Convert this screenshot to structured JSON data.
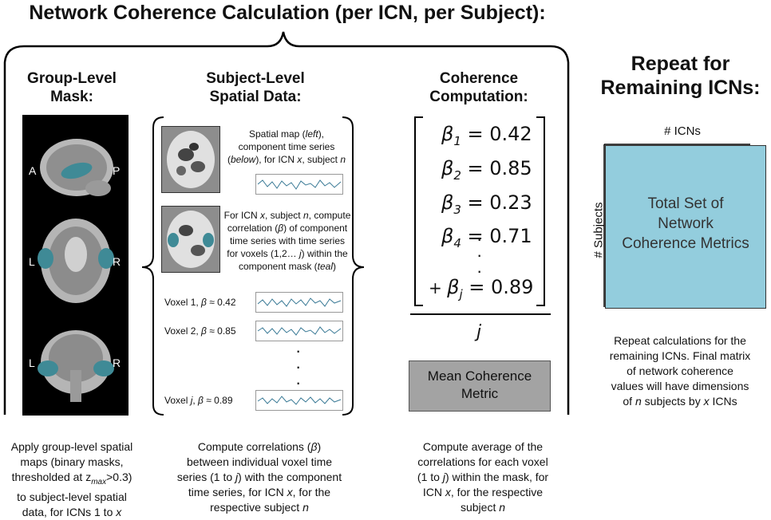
{
  "title": "Network Coherence Calculation (per ICN, per Subject):",
  "columns": {
    "mask": {
      "title_line1": "Group-Level",
      "title_line2": "Mask:",
      "labels": {
        "a": "A",
        "p": "P",
        "l1": "L",
        "r1": "R",
        "l2": "L",
        "r2": "R"
      },
      "caption_lines": [
        "Apply group-level spatial",
        "maps (binary masks,",
        "thresholded at z",
        "max",
        ">0.3)",
        "to subject-level spatial",
        "data, for ICNs 1 to ",
        "x"
      ]
    },
    "spatial": {
      "title_line1": "Subject-Level",
      "title_line2": "Spatial Data:",
      "desc1": {
        "l1a": "Spatial map (",
        "l1b": "left",
        "l1c": "),",
        "l2": "component time series",
        "l3a": "(",
        "l3b": "below",
        "l3c": "), for ICN ",
        "l3d": "x",
        "l3e": ", subject ",
        "l3f": "n"
      },
      "desc2": {
        "l1a": "For ICN ",
        "l1b": "x",
        "l1c": ", subject ",
        "l1d": "n",
        "l1e": ", compute",
        "l2a": "correlation (",
        "l2b": "β",
        "l2c": ") of component",
        "l3": "time series with time series",
        "l4a": "for voxels (1,2… ",
        "l4b": "j",
        "l4c": ") within the",
        "l5a": "component mask (",
        "l5b": "teal",
        "l5c": ")"
      },
      "voxels": [
        {
          "prefix": "Voxel 1, ",
          "beta": "β",
          "value": " ≈ 0.42"
        },
        {
          "prefix": "Voxel 2, ",
          "beta": "β",
          "value": " ≈ 0.85"
        },
        {
          "prefix": "Voxel ",
          "j": "j",
          "mid": ", ",
          "beta": "β",
          "value": " ≈ 0.89"
        }
      ],
      "caption": {
        "l1a": "Compute correlations (",
        "l1b": "β",
        "l1c": ")",
        "l2": "between individual voxel time",
        "l3a": "series (1 to ",
        "l3b": "j",
        "l3c": ") with the component",
        "l4a": "time series, for ICN ",
        "l4b": "x",
        "l4c": ", for the",
        "l5a": "respective subject ",
        "l5b": "n"
      }
    },
    "coherence": {
      "title_line1": "Coherence",
      "title_line2": "Computation:",
      "betas": [
        {
          "sym": "β",
          "sub": "1",
          "val": " = 0.42"
        },
        {
          "sym": "β",
          "sub": "2",
          "val": " = 0.85"
        },
        {
          "sym": "β",
          "sub": "3",
          "val": " = 0.23"
        },
        {
          "sym": "β",
          "sub": "4",
          "val": " = 0.71"
        }
      ],
      "last": {
        "plus": "+ ",
        "sym": "β",
        "sub": "j",
        "val": " = 0.89"
      },
      "denominator": "j",
      "mean_line1": "Mean Coherence",
      "mean_line2": "Metric",
      "caption": {
        "l1": "Compute average of the",
        "l2": "correlations for each voxel",
        "l3a": "(1 to ",
        "l3b": "j",
        "l3c": ") within the mask, for",
        "l4a": "ICN ",
        "l4b": "x",
        "l4c": ", for the respective",
        "l5a": "subject ",
        "l5b": "n"
      }
    }
  },
  "repeat": {
    "title_line1": "Repeat for",
    "title_line2": "Remaining ICNs:",
    "x_label": "# ICNs",
    "y_label": "# Subjects",
    "matrix_line1": "Total Set of",
    "matrix_line2": "Network",
    "matrix_line3": "Coherence Metrics",
    "caption": {
      "l1": "Repeat calculations for the",
      "l2": "remaining ICNs. Final matrix",
      "l3": "of network coherence",
      "l4": "values will have dimensions",
      "l5a": "of ",
      "l5b": "n",
      "l5c": " subjects by ",
      "l5d": "x",
      "l5e": " ICNs"
    }
  },
  "colors": {
    "teal": "#3f8a96",
    "matrix": "#93cddd",
    "mean_box": "#a3a3a3"
  }
}
